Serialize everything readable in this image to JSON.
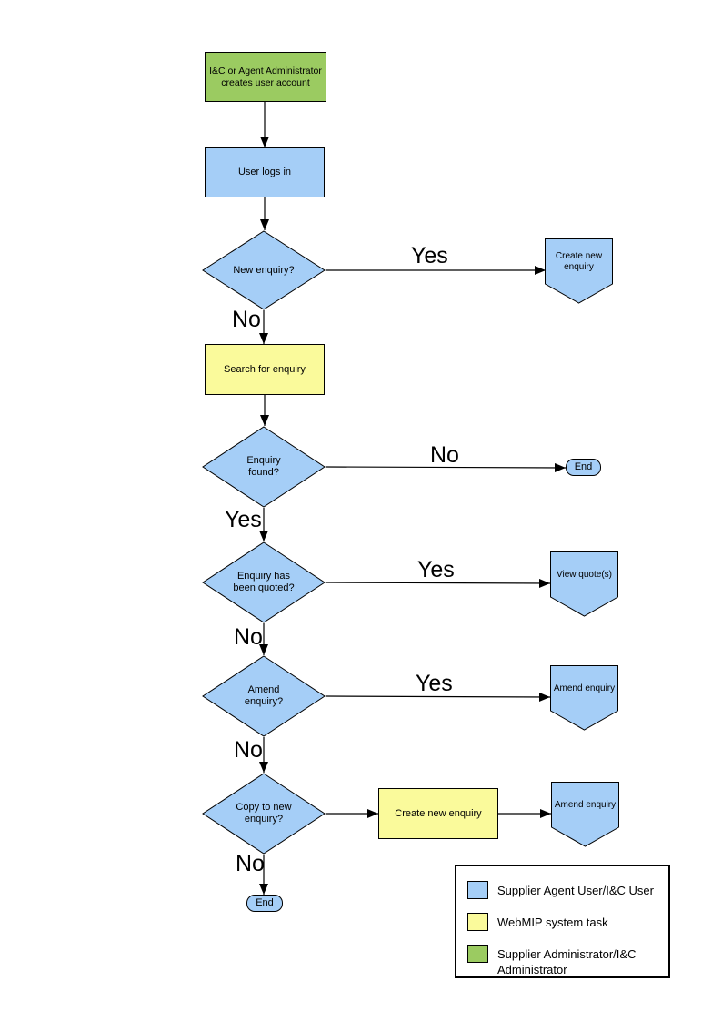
{
  "nodes": {
    "admin_creates_account": "I&C or Agent Administrator creates user account",
    "user_logs_in": "User logs in",
    "new_enquiry_q": "New enquiry?",
    "create_new_enquiry_top": "Create new enquiry",
    "search_for_enquiry": "Search for enquiry",
    "enquiry_found_q": "Enquiry found?",
    "end_top": "End",
    "enquiry_quoted_q": "Enquiry has been quoted?",
    "view_quotes": "View quote(s)",
    "amend_enquiry_q": "Amend enquiry?",
    "amend_enquiry_branch": "Amend enquiry",
    "copy_to_new_q": "Copy to new enquiry?",
    "create_new_enquiry_mid": "Create new enquiry",
    "amend_enquiry_bottom": "Amend enquiry",
    "end_bottom": "End"
  },
  "edge_labels": {
    "new_enquiry_yes": "Yes",
    "new_enquiry_no": "No",
    "enquiry_found_no": "No",
    "enquiry_found_yes": "Yes",
    "enquiry_quoted_yes": "Yes",
    "enquiry_quoted_no": "No",
    "amend_enquiry_yes": "Yes",
    "amend_enquiry_no": "No",
    "copy_to_new_no": "No"
  },
  "legend": {
    "items": [
      {
        "color": "#A5CEF7",
        "label": "Supplier Agent User/I&C User"
      },
      {
        "color": "#FAFA9B",
        "label": "WebMIP system task"
      },
      {
        "color": "#9BCB61",
        "label": "Supplier Administrator/I&C Administrator"
      }
    ]
  },
  "colors": {
    "user_task_blue": "#A5CEF7",
    "system_task_yellow": "#FAFA9B",
    "admin_task_green": "#9BCB61",
    "outline": "#000000"
  }
}
